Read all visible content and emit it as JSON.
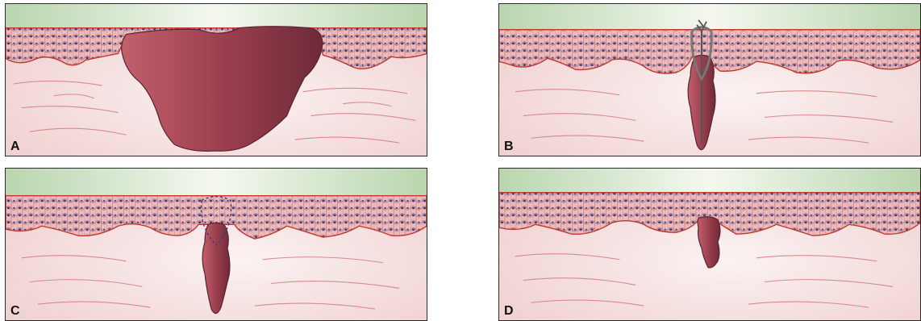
{
  "panels": [
    {
      "id": "A",
      "label": "A"
    },
    {
      "id": "B",
      "label": "B"
    },
    {
      "id": "C",
      "label": "C"
    },
    {
      "id": "D",
      "label": "D"
    }
  ],
  "colors": {
    "surface": "#cfe3c8",
    "dermis": "#f3dcdc",
    "epidermis": "#f0b9b9",
    "basal_line": "#c0392b",
    "wound": "#8e3a4a",
    "nuclei": "#3a3c78",
    "fibers": "#d88a8a"
  }
}
